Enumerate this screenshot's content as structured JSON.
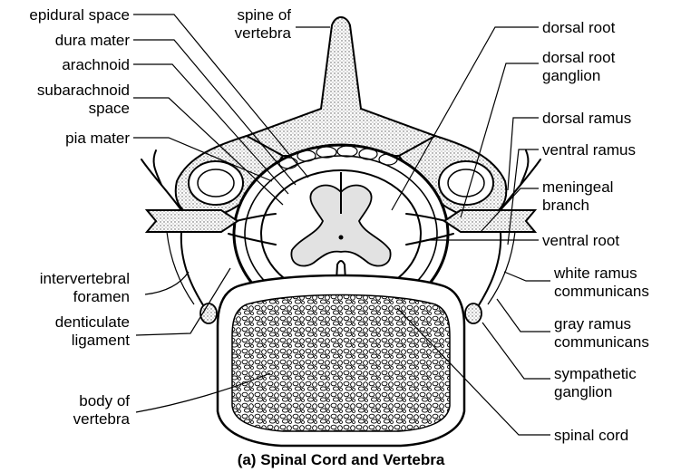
{
  "labels": {
    "epidural_space": "epidural space",
    "dura_mater": "dura mater",
    "arachnoid": "arachnoid",
    "subarachnoid_l1": "subarachnoid",
    "subarachnoid_l2": "space",
    "pia_mater": "pia mater",
    "intervertebral_l1": "intervertebral",
    "intervertebral_l2": "foramen",
    "denticulate_l1": "denticulate",
    "denticulate_l2": "ligament",
    "body_l1": "body of",
    "body_l2": "vertebra",
    "spine_l1": "spine of",
    "spine_l2": "vertebra",
    "dorsal_root": "dorsal root",
    "drg_l1": "dorsal root",
    "drg_l2": "ganglion",
    "dorsal_ramus": "dorsal ramus",
    "ventral_ramus": "ventral ramus",
    "meningeal_l1": "meningeal",
    "meningeal_l2": "branch",
    "ventral_root": "ventral root",
    "white_l1": "white ramus",
    "white_l2": "communicans",
    "gray_l1": "gray ramus",
    "gray_l2": "communicans",
    "sympathetic_l1": "sympathetic",
    "sympathetic_l2": "ganglion",
    "spinal_cord": "spinal cord"
  },
  "caption": "(a) Spinal Cord and Vertebra",
  "colors": {
    "bone_stipple": "#d2d2d2",
    "gray_matter": "#e2e2e2",
    "line": "#000000",
    "background": "#ffffff"
  }
}
